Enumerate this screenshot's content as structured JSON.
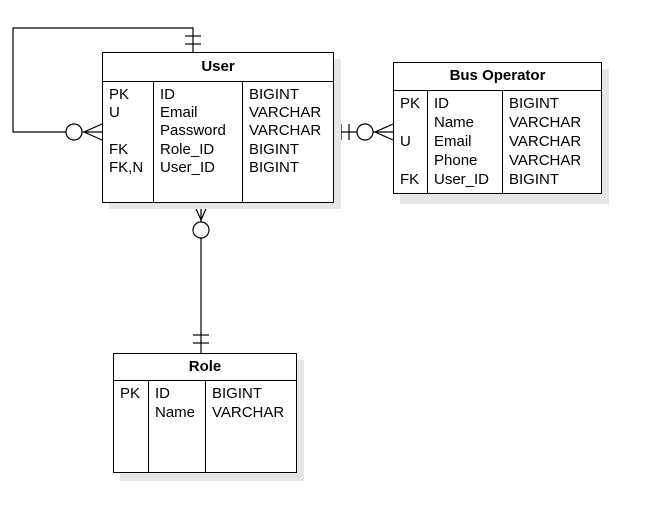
{
  "entities": {
    "user": {
      "title": "User",
      "keys": [
        "PK",
        "U",
        "",
        "FK",
        "FK,N"
      ],
      "fields": [
        "ID",
        "Email",
        "Password",
        "Role_ID",
        "User_ID"
      ],
      "types": [
        "BIGINT",
        "VARCHAR",
        "VARCHAR",
        "BIGINT",
        "BIGINT"
      ]
    },
    "bus_operator": {
      "title": "Bus Operator",
      "keys": [
        "PK",
        "",
        "U",
        "",
        "FK"
      ],
      "fields": [
        "ID",
        "Name",
        "Email",
        "Phone",
        "User_ID"
      ],
      "types": [
        "BIGINT",
        "VARCHAR",
        "VARCHAR",
        "VARCHAR",
        "BIGINT"
      ]
    },
    "role": {
      "title": "Role",
      "keys": [
        "PK",
        ""
      ],
      "fields": [
        "ID",
        "Name"
      ],
      "types": [
        "BIGINT",
        "VARCHAR"
      ]
    }
  },
  "relationships": [
    {
      "from": "User",
      "to": "User",
      "from_end": "one-mandatory",
      "to_end": "zero-or-many"
    },
    {
      "from": "User",
      "to": "Bus Operator",
      "from_end": "one-mandatory",
      "to_end": "zero-or-many"
    },
    {
      "from": "Role",
      "to": "User",
      "from_end": "one-mandatory",
      "to_end": "zero-or-many"
    }
  ],
  "colors": {
    "line": "#000000",
    "shadow": "#e6e6e6",
    "background": "#ffffff"
  }
}
